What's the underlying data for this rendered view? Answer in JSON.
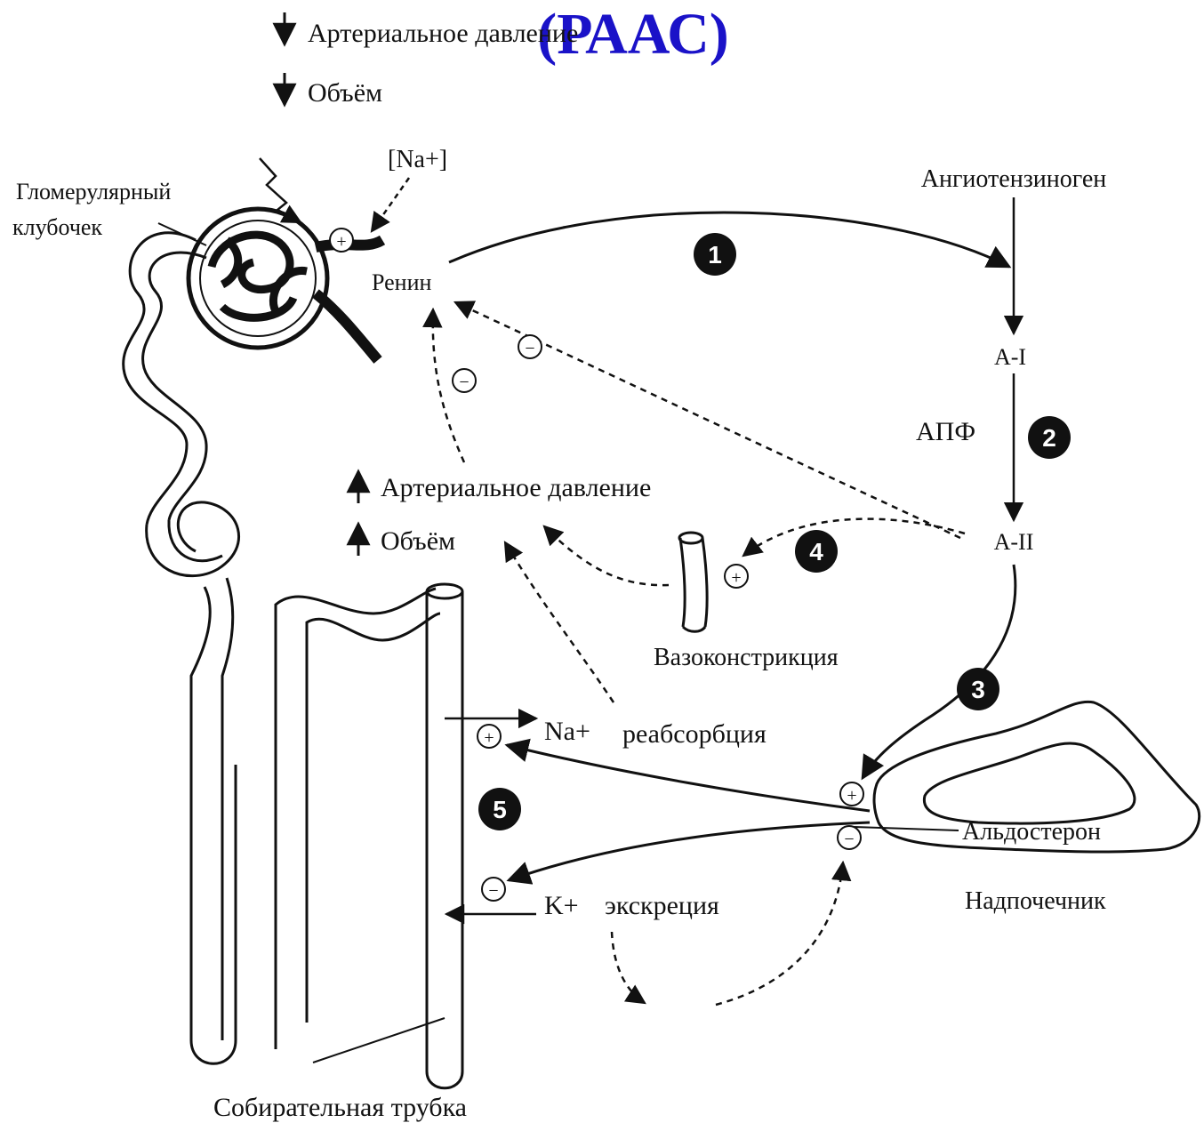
{
  "title": "(РААС)",
  "top_labels": {
    "pressure_down": "Артериальное давление",
    "volume_down": "Объём"
  },
  "nephron": {
    "na_ion": "[Na+]",
    "glomerulus_label_1": "Гломерулярный",
    "glomerulus_label_2": "клубочек",
    "renin": "Ренин",
    "collecting_tube": "Собирательная трубка"
  },
  "cascade": {
    "angiotensinogen": "Ангиотензиноген",
    "a1": "А-I",
    "apf": "АПФ",
    "a2": "А-II"
  },
  "effects": {
    "pressure_up": "Артериальное давление",
    "volume_up": "Объём",
    "vasoconstriction": "Вазоконстрикция",
    "na_reabsorption_ion": "Na+",
    "na_reabsorption": "реабсорбция",
    "k_excretion_ion": "K+",
    "k_excretion": "экскреция",
    "aldosterone": "Альдостерон",
    "adrenal": "Надпочечник"
  },
  "step_numbers": [
    "1",
    "2",
    "3",
    "4",
    "5"
  ],
  "signs": {
    "plus": "+",
    "minus": "−"
  },
  "colors": {
    "title": "#1a12c8",
    "ink": "#111111",
    "background": "#ffffff"
  }
}
